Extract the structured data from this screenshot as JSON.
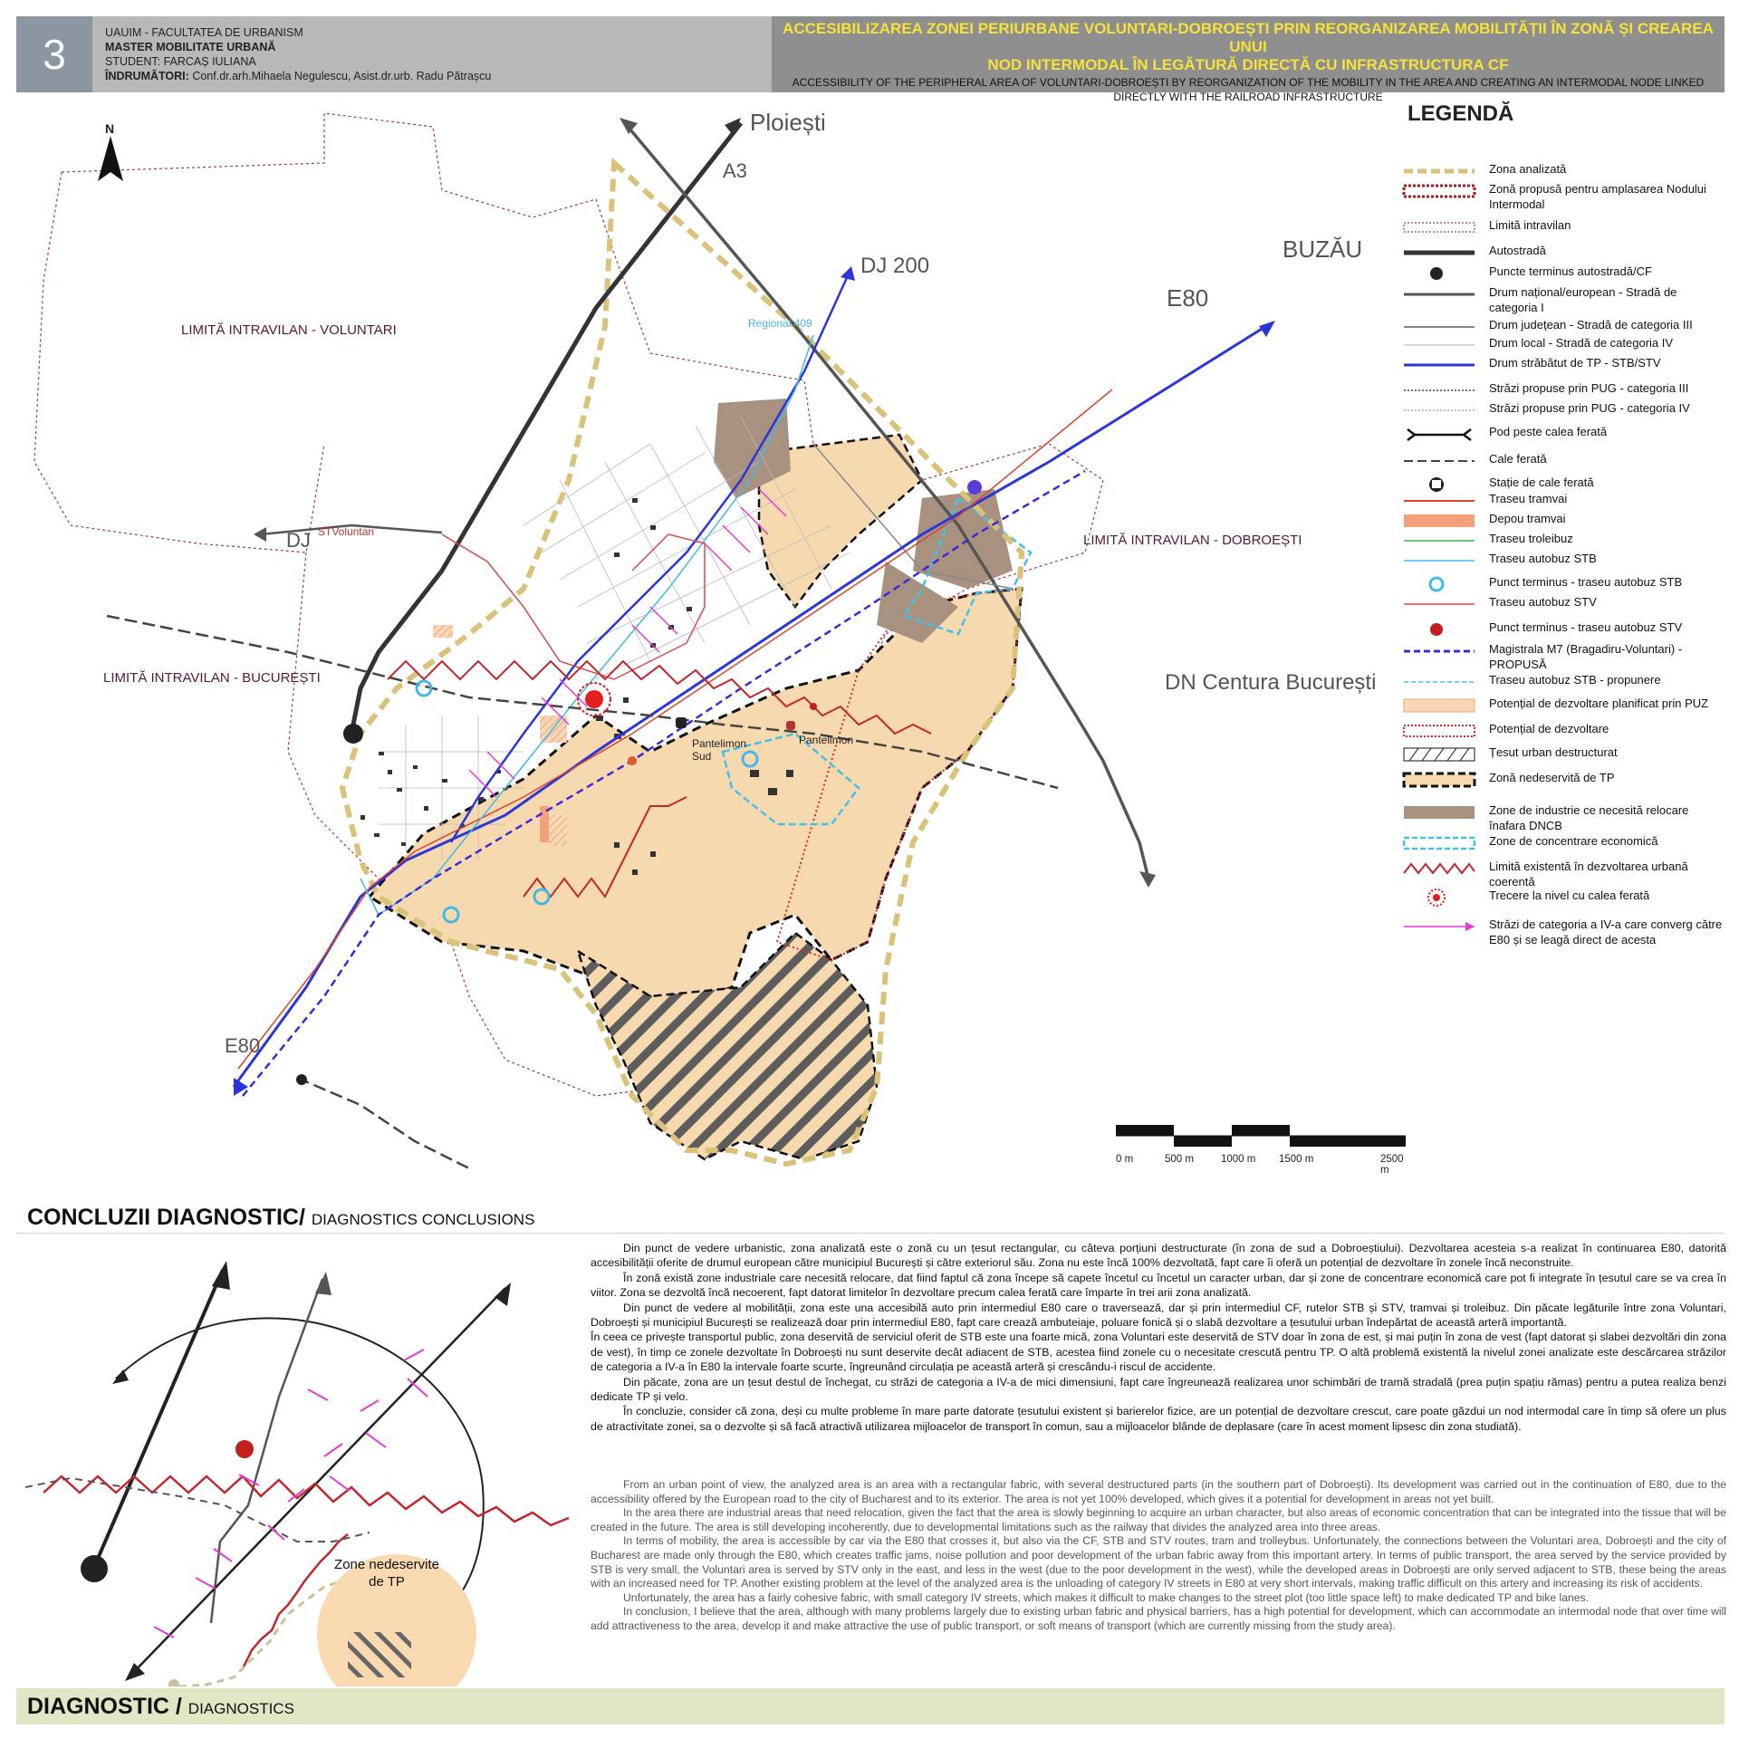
{
  "header": {
    "number": "3",
    "university": "UAUIM - FACULTATEA DE URBANISM",
    "program": "MASTER MOBILITATE URBANĂ",
    "student": "STUDENT: FARCAȘ IULIANA",
    "tutors_label": "ÎNDRUMĂTORI:",
    "tutors": "Conf.dr.arh.Mihaela Negulescu, Asist.dr.urb. Radu Pătrașcu",
    "title_ro_line1": "ACCESIBILIZAREA ZONEI PERIURBANE VOLUNTARI-DOBROEȘTI PRIN REORGANIZAREA MOBILITĂȚII ÎN ZONĂ ȘI CREAREA UNUI",
    "title_ro_line2": "NOD INTERMODAL ÎN LEGĂTURĂ DIRECTĂ CU INFRASTRUCTURA CF",
    "title_en_line1": "ACCESSIBILITY OF THE PERIPHERAL AREA OF VOLUNTARI-DOBROEȘTI BY REORGANIZATION OF THE MOBILITY IN THE AREA  AND CREATING AN INTERMODAL NODE LINKED",
    "title_en_line2": "DIRECTLY WITH THE RAILROAD INFRASTRUCTURE"
  },
  "map": {
    "north": "N",
    "labels": {
      "ploiesti": "Ploiești",
      "a3": "A3",
      "dj200": "DJ 200",
      "buzau": "BUZĂU",
      "e80_top": "E80",
      "e80_bottom": "E80",
      "dj": "DJ",
      "dn_centura": "DN Centura București",
      "regional": "Regional 409",
      "stv": "STVoluntari",
      "pantelimon_sud": "Pantelimon Sud",
      "pantelimon": "Pantelimon",
      "limit_voluntari": "LIMITĂ INTRAVILAN - VOLUNTARI",
      "limit_dobroesti": "LIMITĂ INTRAVILAN - DOBROEȘTI",
      "limit_bucuresti": "LIMITĂ INTRAVILAN - BUCUREȘTI"
    },
    "colors": {
      "study_area": "#d9c27a",
      "development": "#f7d9b0",
      "industry": "#a8927f",
      "tp_route": "#2b35d8",
      "tram": "#d9472b",
      "stb": "#45b8e6",
      "stv": "#d64b4b",
      "zigzag": "#c1272d",
      "road": "#555555"
    }
  },
  "legend": {
    "title": "LEGENDĂ",
    "items": [
      {
        "id": "zona-analizata",
        "label": "Zona analizată"
      },
      {
        "id": "zona-propusa",
        "label": "Zonă propusă pentru amplasarea Nodului Intermodal"
      },
      {
        "id": "limita-intravilan",
        "label": "Limită intravilan"
      },
      {
        "id": "autostrada",
        "label": "Autostradă"
      },
      {
        "id": "puncte-terminus",
        "label": "Puncte terminus autostradă/CF"
      },
      {
        "id": "drum-national",
        "label": "Drum național/european - Stradă de categoria I"
      },
      {
        "id": "drum-judetean",
        "label": "Drum județean - Stradă de categoria III"
      },
      {
        "id": "drum-local",
        "label": "Drum local - Stradă de categoria IV"
      },
      {
        "id": "drum-tp",
        "label": "Drum străbătut de TP - STB/STV"
      },
      {
        "id": "strazi-puz-3",
        "label": "Străzi propuse prin PUG - categoria III"
      },
      {
        "id": "strazi-puz-4",
        "label": "Străzi propuse prin PUG - categoria IV"
      },
      {
        "id": "pod",
        "label": "Pod peste calea ferată"
      },
      {
        "id": "cale-ferata",
        "label": "Cale ferată"
      },
      {
        "id": "statie-cf",
        "label": "Stație de cale ferată"
      },
      {
        "id": "traseu-tramvai",
        "label": "Traseu tramvai"
      },
      {
        "id": "depou-tramvai",
        "label": "Depou tramvai"
      },
      {
        "id": "traseu-troleibuz",
        "label": "Traseu troleibuz"
      },
      {
        "id": "traseu-stb",
        "label": "Traseu autobuz STB"
      },
      {
        "id": "terminus-stb",
        "label": "Punct terminus  - traseu autobuz STB"
      },
      {
        "id": "traseu-stv",
        "label": "Traseu autobuz STV"
      },
      {
        "id": "terminus-stv",
        "label": "Punct terminus  - traseu autobuz STV"
      },
      {
        "id": "magistrala-m7",
        "label": "Magistrala M7 (Bragadiru-Voluntari) - PROPUSĂ"
      },
      {
        "id": "stb-propunere",
        "label": "Traseu autobuz STB - propunere"
      },
      {
        "id": "potential-puz",
        "label": "Potențial de dezvoltare planificat prin PUZ"
      },
      {
        "id": "potential",
        "label": "Potențial de dezvoltare"
      },
      {
        "id": "tesut-destructurat",
        "label": "Țesut urban destructurat"
      },
      {
        "id": "zona-nedeservita",
        "label": "Zonă nedeservită de TP"
      },
      {
        "id": "industrie",
        "label": "Zone de industrie ce necesită relocare înafara DNCB"
      },
      {
        "id": "concentrare",
        "label": "Zone de concentrare economică"
      },
      {
        "id": "limita-dezvoltare",
        "label": "Limită existentă în dezvoltarea urbană coerentă"
      },
      {
        "id": "trecere-nivel",
        "label": "Trecere la nivel cu calea ferată"
      },
      {
        "id": "strazi-converg",
        "label": "Străzi de categoria a IV-a care converg către E80 și se leagă direct de acesta"
      }
    ]
  },
  "scale": {
    "labels": [
      "0 m",
      "500 m",
      "1000 m",
      "1500 m",
      "2500 m"
    ]
  },
  "conclusions": {
    "title": "CONCLUZII DIAGNOSTIC/",
    "subtitle": "DIAGNOSTICS CONCLUSIONS",
    "diagram_label": "Zone nedeservite de TP",
    "ro": [
      "Din punct de vedere urbanistic, zona analizată este o zonă cu un țesut rectangular, cu câteva porțiuni destructurate (în zona de sud a Dobroeștiului). Dezvoltarea acesteia s-a realizat în continuarea E80, datorită accesibilității oferite de drumul european către municipiul București și către exteriorul său. Zona nu este încă 100% dezvoltată, fapt care îi oferă un potențial de dezvoltare în zonele încă neconstruite.",
      "În zonă există zone industriale care necesită relocare, dat fiind faptul că zona începe să capete încetul cu încetul un caracter urban, dar și zone de concentrare economică care pot fi integrate în țesutul care se va crea în viitor. Zona se dezvoltă încă necoerent, fapt datorat limitelor în dezvoltare precum calea ferată care împarte în trei arii zona analizată.",
      "Din punct de vedere al mobilității, zona este una accesibilă auto prin intermediul E80 care o traversează, dar și prin intermediul CF, rutelor STB și STV, tramvai și troleibuz. Din păcate legăturile între zona Voluntari, Dobroești și municipiul București se realizează doar prin intermediul E80, fapt care crează ambuteiaje, poluare fonică și o slabă dezvoltare a țesutului urban îndepărtat de această arteră importantă.",
      "În ceea ce privește transportul public, zona deservită de serviciul oferit de STB este una foarte mică, zona Voluntari este deservită de STV doar în zona de est, și mai puțin în zona de vest (fapt datorat și slabei dezvoltări din zona de vest), în timp ce zonele dezvoltate în Dobroești nu sunt deservite decât adiacent de STB, acestea fiind zonele cu o necesitate crescută pentru TP. O altă problemă existentă la nivelul zonei analizate este descărcarea străzilor de categoria a IV-a în E80 la intervale foarte scurte, îngreunând circulația pe această arteră și crescându-i riscul de accidente.",
      "Din păcate, zona are un țesut destul de închegat, cu străzi de categoria a IV-a de mici dimensiuni, fapt care îngreunează realizarea unor schimbări de tramă stradală (prea puțin spațiu rămas) pentru a putea realiza benzi dedicate TP și velo.",
      "În concluzie, consider că zona, deși cu multe probleme în mare parte datorate țesutului existent și barierelor fizice, are un potențial de dezvoltare crescut, care poate găzdui un nod intermodal care în timp să ofere un plus de atractivitate zonei, sa o dezvolte și să facă atractivă utilizarea mijloacelor de transport în comun, sau a mijloacelor blânde de deplasare (care în acest moment lipsesc din zona studiată)."
    ],
    "en": [
      "From an urban point of view, the analyzed area is an area with a rectangular fabric, with several destructured parts (in the southern part of Dobroești). Its development was carried out in the continuation of E80, due to the accessibility offered by the European road to the city of Bucharest and to its exterior. The area is not yet 100% developed, which gives it a potential for development in areas not yet built.",
      "In the area there are industrial areas that need relocation, given the fact that the area is slowly beginning to acquire an urban character, but also areas of economic concentration that can be integrated into the tissue that will be created in the future. The area is still developing incoherently, due to developmental limitations such as the railway that divides the analyzed area into three areas.",
      "In terms of mobility, the area is accessible by car via the E80 that crosses it, but also via the CF, STB and STV routes, tram and trolleybus. Unfortunately, the connections between the Voluntari area, Dobroești and the city of Bucharest are made only through the E80, which creates traffic jams, noise pollution and poor development of the urban fabric away from this important artery. In terms of public transport, the area served by the service provided by STB is very small, the Voluntari area is served by STV only in the east, and less in the west (due to the poor development in the west), while the developed areas in Dobroești are only served adjacent to STB, these being the areas with an increased need for TP. Another existing problem at the level of the analyzed area is the unloading of category IV streets in E80 at very short intervals, making traffic difficult on this artery and increasing its risk of accidents.",
      "Unfortunately, the area has a fairly cohesive fabric, with small category IV streets, which makes it difficult to make changes to the street plot (too little space left) to make dedicated TP and bike lanes.",
      "In conclusion, I believe that the area, although with many problems largely due to existing urban fabric and physical barriers, has a high potential for development, which can accommodate an intermodal node that over time will add attractiveness to the area, develop it and make attractive the use of public transport, or soft means of transport (which are currently missing from the study area)."
    ]
  },
  "diagnostic": {
    "title": "DIAGNOSTIC /",
    "subtitle": "DIAGNOSTICS"
  }
}
